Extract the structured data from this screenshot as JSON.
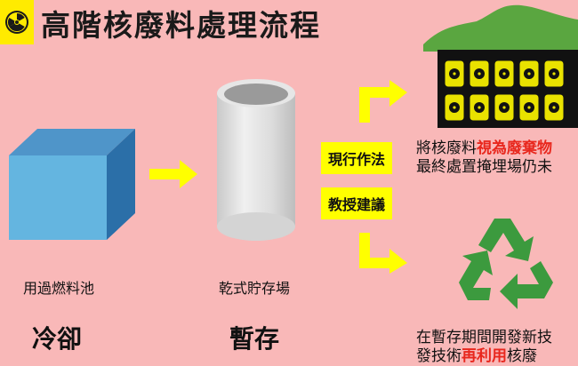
{
  "header": {
    "title": "高階核廢料處理流程"
  },
  "icons": {
    "header_icon": "radiation-icon",
    "recycle": "recycle-icon",
    "storage": "barrels-in-mound-icon"
  },
  "steps": [
    {
      "label": "用過燃料池",
      "stage": "冷卻"
    },
    {
      "label": "乾式貯存場",
      "stage": "暫存"
    }
  ],
  "options": {
    "current": "現行作法",
    "scholar": "教授建議"
  },
  "outcomes": {
    "current_line1_prefix": "將核廢料",
    "current_line1_highlight": "視為廢棄物",
    "current_line2": "最終處置掩埋場仍未",
    "scholar_line1": "在暫存期間開發新技",
    "scholar_line2_prefix": "發技術",
    "scholar_line2_highlight": "再利用",
    "scholar_line2_suffix": "核廢"
  },
  "colors": {
    "background": "#f9b8b8",
    "arrow": "#ffff00",
    "highlight": "#e8271d",
    "cube_front": "#64b5e0",
    "cube_top": "#4f95c9",
    "cube_side": "#2b6fa8",
    "recycle": "#3c9a3e",
    "mound": "#5aa640"
  }
}
